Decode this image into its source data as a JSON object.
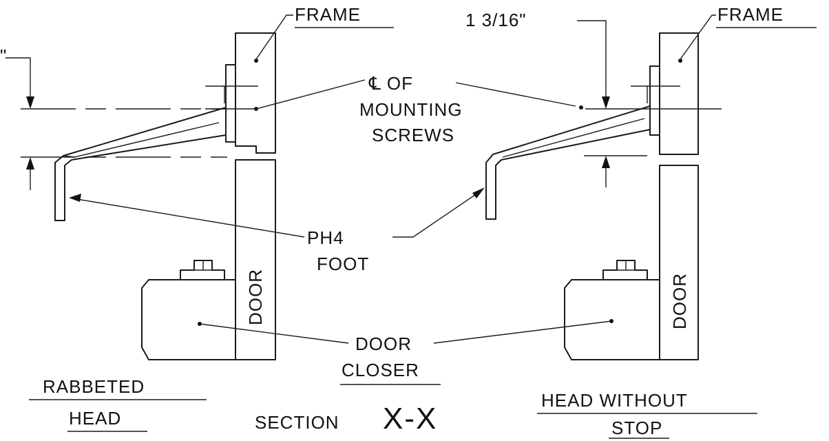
{
  "labels": {
    "frame_left": "FRAME",
    "frame_right": "FRAME",
    "dimension": "1 3/16\"",
    "dim_left_partial": "\"",
    "cl_line1": "℄ OF",
    "cl_line2": "MOUNTING",
    "cl_line3": "SCREWS",
    "foot_line1": "PH4",
    "foot_line2": "FOOT",
    "door_left": "DOOR",
    "door_right": "DOOR",
    "closer_line1": "DOOR",
    "closer_line2": "CLOSER",
    "left_caption_line1": "RABBETED",
    "left_caption_line2": "HEAD",
    "right_caption_line1": "HEAD WITHOUT",
    "right_caption_line2": "STOP",
    "section_word": "SECTION",
    "section_id": "X-X"
  }
}
